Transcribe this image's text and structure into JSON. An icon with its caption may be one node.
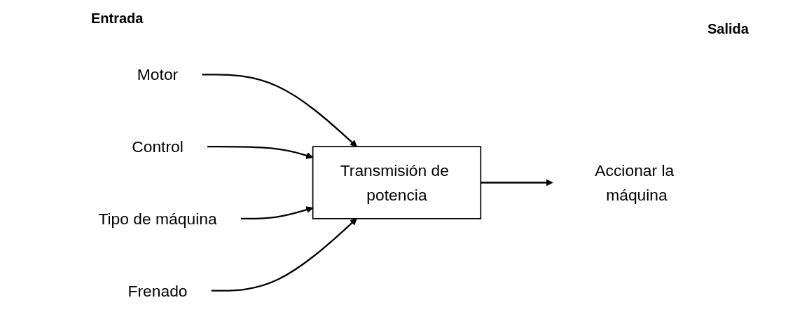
{
  "diagram": {
    "nodes": [
      {
        "text": [
          "Motor"
        ]
      },
      {
        "text": [
          "Control"
        ]
      },
      {
        "text": [
          "Tipo de máquina"
        ]
      },
      {
        "text": [
          "Frenado"
        ]
      },
      {
        "text": [
          "Transmisión de potencia"
        ]
      },
      {
        "text": [
          "Accionar la máquina"
        ]
      }
    ],
    "edges": [
      {
        "from": 0,
        "to": 4,
        "arrow": "to"
      },
      {
        "from": 1,
        "to": 4,
        "arrow": "to"
      },
      {
        "from": 2,
        "to": 4,
        "arrow": "to"
      },
      {
        "from": 3,
        "to": 4,
        "arrow": "to"
      },
      {
        "from": 4,
        "to": 5,
        "arrow": "to"
      }
    ],
    "labels": [
      "Entrada",
      "Salida"
    ]
  }
}
